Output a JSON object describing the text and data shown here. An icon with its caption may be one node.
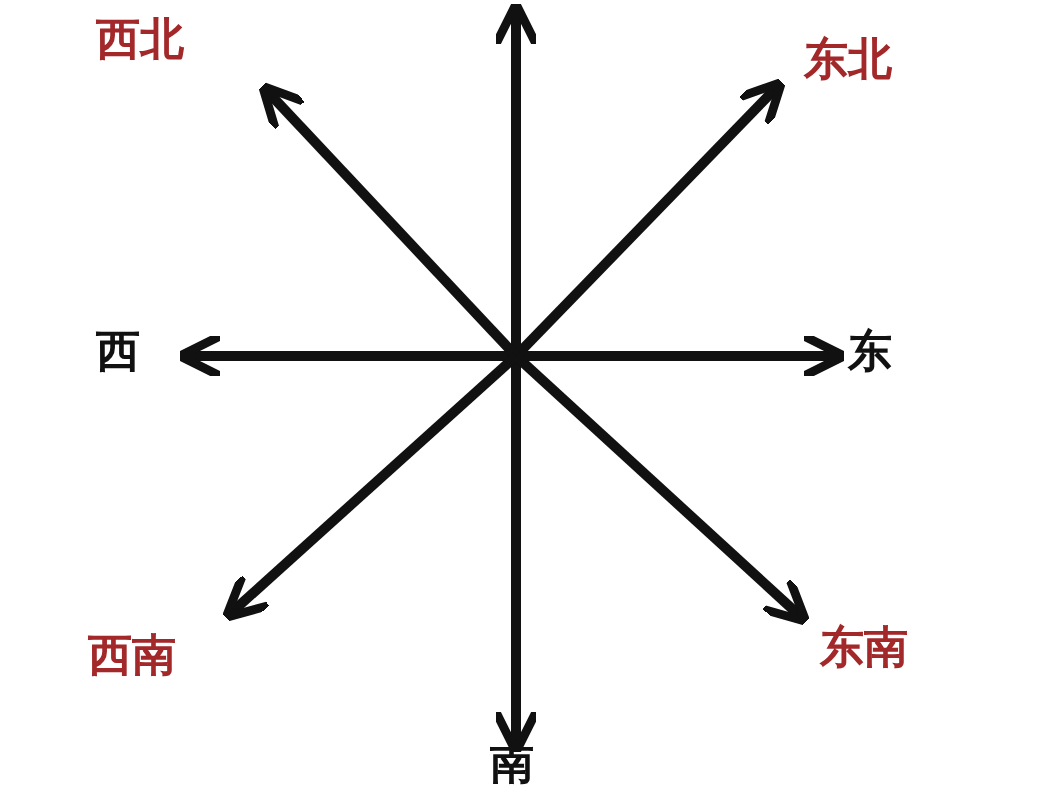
{
  "diagram": {
    "labels": [
      "西北",
      "东北",
      "西",
      "东",
      "西南",
      "东南",
      "南"
    ]
  }
}
